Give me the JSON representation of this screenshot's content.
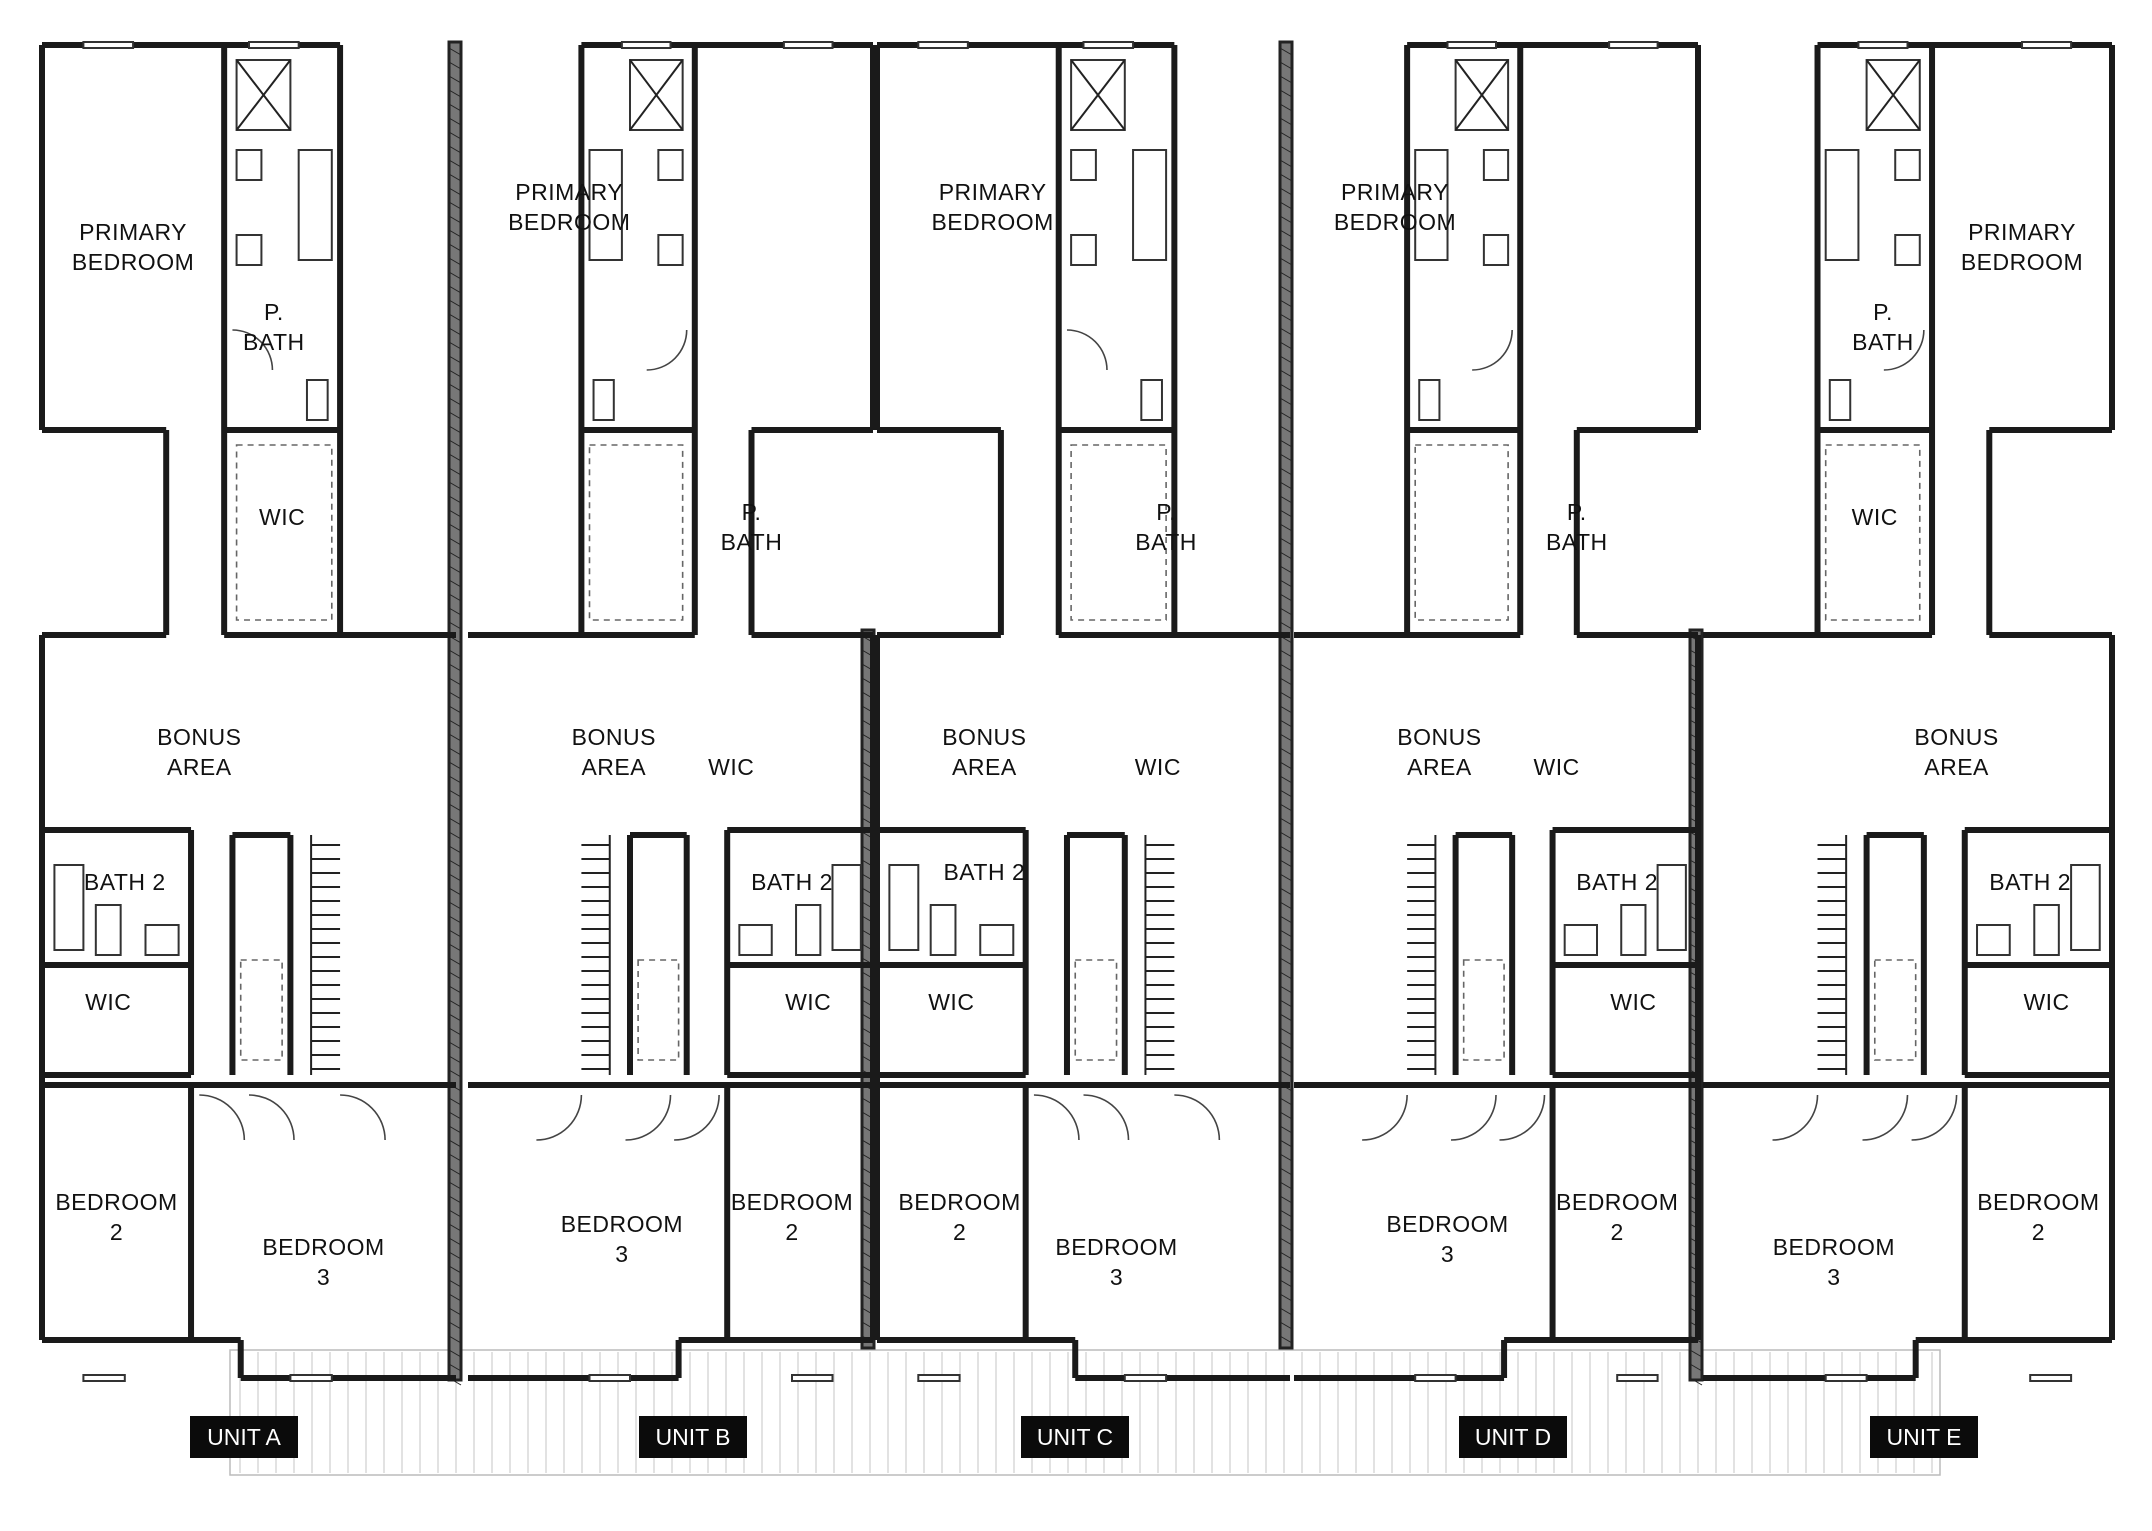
{
  "units": [
    {
      "id": "A",
      "label": "UNIT A",
      "mirror": false,
      "rooms": [
        {
          "key": "primary",
          "l1": "PRIMARY",
          "l2": "BEDROOM"
        },
        {
          "key": "pbath",
          "l1": "P.",
          "l2": "BATH"
        },
        {
          "key": "wic1",
          "l1": "WIC",
          "l2": ""
        },
        {
          "key": "bonus",
          "l1": "BONUS",
          "l2": "AREA"
        },
        {
          "key": "bath2",
          "l1": "BATH 2",
          "l2": ""
        },
        {
          "key": "wic2",
          "l1": "WIC",
          "l2": ""
        },
        {
          "key": "bed2",
          "l1": "BEDROOM",
          "l2": "2"
        },
        {
          "key": "bed3",
          "l1": "BEDROOM",
          "l2": "3"
        }
      ]
    },
    {
      "id": "B",
      "label": "UNIT B",
      "mirror": true,
      "rooms": [
        {
          "key": "primary",
          "l1": "PRIMARY",
          "l2": "BEDROOM"
        },
        {
          "key": "pbath",
          "l1": "P.",
          "l2": "BATH"
        },
        {
          "key": "wic1",
          "l1": "WIC",
          "l2": ""
        },
        {
          "key": "bonus",
          "l1": "BONUS",
          "l2": "AREA"
        },
        {
          "key": "bath2",
          "l1": "BATH 2",
          "l2": ""
        },
        {
          "key": "wic2",
          "l1": "WIC",
          "l2": ""
        },
        {
          "key": "bed2",
          "l1": "BEDROOM",
          "l2": "2"
        },
        {
          "key": "bed3",
          "l1": "BEDROOM",
          "l2": "3"
        }
      ]
    },
    {
      "id": "C",
      "label": "UNIT C",
      "mirror": false,
      "rooms": [
        {
          "key": "primary",
          "l1": "PRIMARY",
          "l2": "BEDROOM"
        },
        {
          "key": "pbath",
          "l1": "P.",
          "l2": "BATH"
        },
        {
          "key": "wic1",
          "l1": "WIC",
          "l2": ""
        },
        {
          "key": "bonus",
          "l1": "BONUS",
          "l2": "AREA"
        },
        {
          "key": "bath2",
          "l1": "BATH 2",
          "l2": ""
        },
        {
          "key": "wic2",
          "l1": "WIC",
          "l2": ""
        },
        {
          "key": "bed2",
          "l1": "BEDROOM",
          "l2": "2"
        },
        {
          "key": "bed3",
          "l1": "BEDROOM",
          "l2": "3"
        }
      ]
    },
    {
      "id": "D",
      "label": "UNIT D",
      "mirror": true,
      "rooms": [
        {
          "key": "primary",
          "l1": "PRIMARY",
          "l2": "BEDROOM"
        },
        {
          "key": "pbath",
          "l1": "P.",
          "l2": "BATH"
        },
        {
          "key": "wic1",
          "l1": "WIC",
          "l2": ""
        },
        {
          "key": "bonus",
          "l1": "BONUS",
          "l2": "AREA"
        },
        {
          "key": "bath2",
          "l1": "BATH 2",
          "l2": ""
        },
        {
          "key": "wic2",
          "l1": "WIC",
          "l2": ""
        },
        {
          "key": "bed2",
          "l1": "BEDROOM",
          "l2": "2"
        },
        {
          "key": "bed3",
          "l1": "BEDROOM",
          "l2": "3"
        }
      ]
    },
    {
      "id": "E",
      "label": "UNIT E",
      "mirror": true,
      "rooms": [
        {
          "key": "primary",
          "l1": "PRIMARY",
          "l2": "BEDROOM"
        },
        {
          "key": "pbath",
          "l1": "P.",
          "l2": "BATH"
        },
        {
          "key": "wic1",
          "l1": "WIC",
          "l2": ""
        },
        {
          "key": "bonus",
          "l1": "BONUS",
          "l2": "AREA"
        },
        {
          "key": "bath2",
          "l1": "BATH 2",
          "l2": ""
        },
        {
          "key": "wic2",
          "l1": "WIC",
          "l2": ""
        },
        {
          "key": "bed2",
          "l1": "BEDROOM",
          "l2": "2"
        },
        {
          "key": "bed3",
          "l1": "BEDROOM",
          "l2": "3"
        }
      ]
    }
  ],
  "colors": {
    "wall": "#1a1a1a",
    "party_wall": "#777777",
    "tag_bg": "#0b0b0b",
    "tag_text": "#ffffff"
  }
}
